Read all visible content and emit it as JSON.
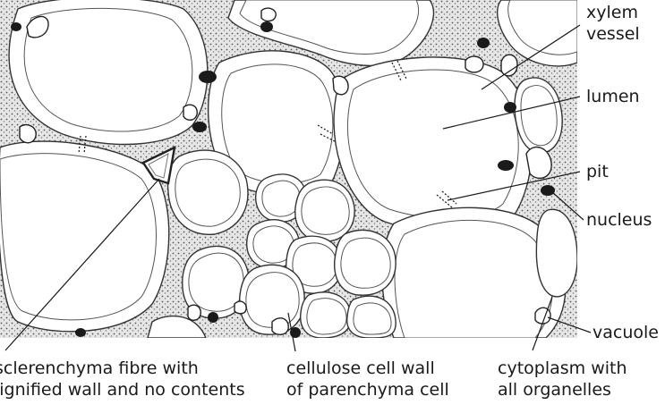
{
  "labels": {
    "xylem_vessel": [
      "xylem",
      "vessel"
    ],
    "lumen": "lumen",
    "pit": "pit",
    "nucleus": "nucleus",
    "vacuole": "vacuole",
    "sclerenchyma": [
      "sclerenchyma fibre with",
      "lignified wall and no contents"
    ],
    "cellulose_wall": [
      "cellulose cell wall",
      "of parenchyma cell"
    ],
    "cytoplasm": [
      "cytoplasm with",
      "all organelles"
    ]
  }
}
